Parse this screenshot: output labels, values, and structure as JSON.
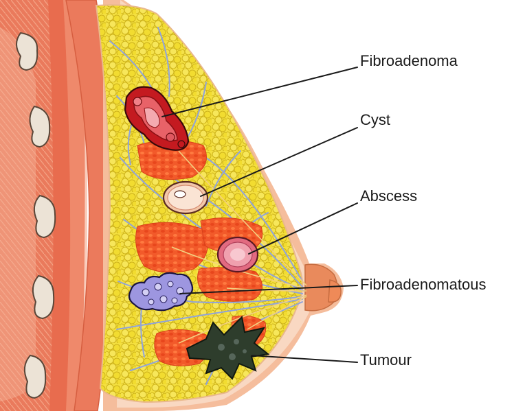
{
  "labels": {
    "fibroadenoma": "Fibroadenoma",
    "cyst": "Cyst",
    "abscess": "Abscess",
    "fibroadenomatous": "Fibroadenomatous",
    "tumour": "Tumour"
  },
  "colors": {
    "muscle": "#e8765a",
    "muscle_light": "#f5a88a",
    "rib": "#ede6dc",
    "fat": "#f2dc30",
    "fat_outline": "#c9b010",
    "skin": "#f6c2a2",
    "skin_dark": "#e5a283",
    "vessels": "#8a9fd8",
    "glands": "#ef4a1f",
    "fibroadenoma": "#c4161c",
    "cyst": "#f3c7a9",
    "abscess": "#ea7a8a",
    "fibroadenomatous": "#9d96e0",
    "tumour": "#2a3a2a",
    "leader": "#1a1a1a"
  }
}
